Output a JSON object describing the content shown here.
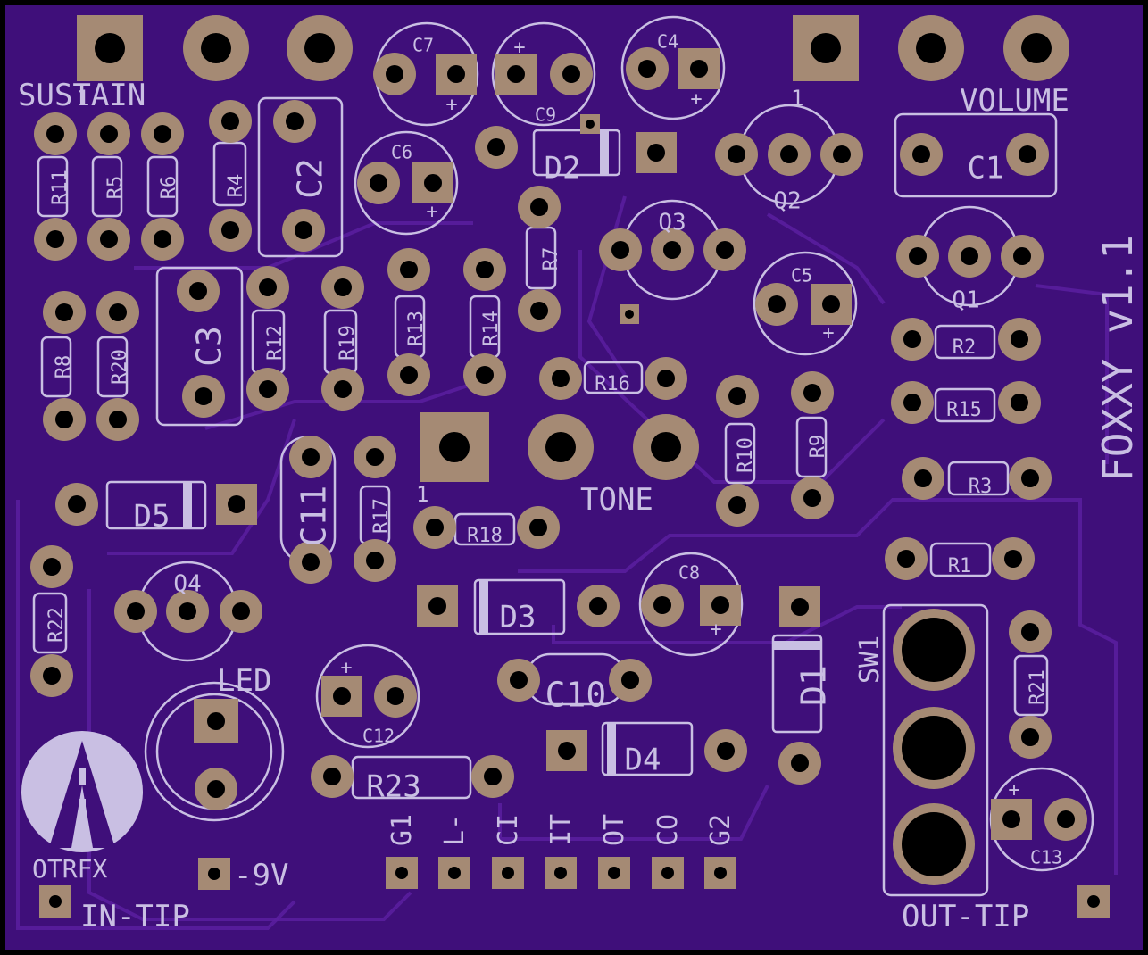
{
  "board": {
    "title": "FOXXY v1.1",
    "brand": "OTRFX",
    "colors": {
      "board": "#3f0f7a",
      "edge": "#000000",
      "silk": "#c9bfe3",
      "copper": "#a58a74",
      "trace": "#5b1fa0"
    }
  },
  "labels": {
    "sustain": "SUSTAIN",
    "volume": "VOLUME",
    "tone": "TONE",
    "led": "LED",
    "in_tip": "IN-TIP",
    "out_tip": "OUT-TIP",
    "minus9v": "-9V",
    "sw1": "SW1",
    "pin1_sustain": "1",
    "pin1_tone": "1",
    "plus": "+"
  },
  "resistors": [
    "R1",
    "R2",
    "R3",
    "R4",
    "R5",
    "R6",
    "R7",
    "R8",
    "R9",
    "R10",
    "R11",
    "R12",
    "R13",
    "R14",
    "R15",
    "R16",
    "R17",
    "R18",
    "R19",
    "R20",
    "R21",
    "R22",
    "R23"
  ],
  "capacitors": [
    "C1",
    "C2",
    "C3",
    "C4",
    "C5",
    "C6",
    "C7",
    "C8",
    "C9",
    "C10",
    "C11",
    "C12",
    "C13"
  ],
  "diodes": [
    "D1",
    "D2",
    "D3",
    "D4",
    "D5"
  ],
  "transistors": [
    "Q1",
    "Q2",
    "Q3",
    "Q4"
  ],
  "pads": [
    "G1",
    "L-",
    "CI",
    "IT",
    "OT",
    "CO",
    "G2"
  ]
}
